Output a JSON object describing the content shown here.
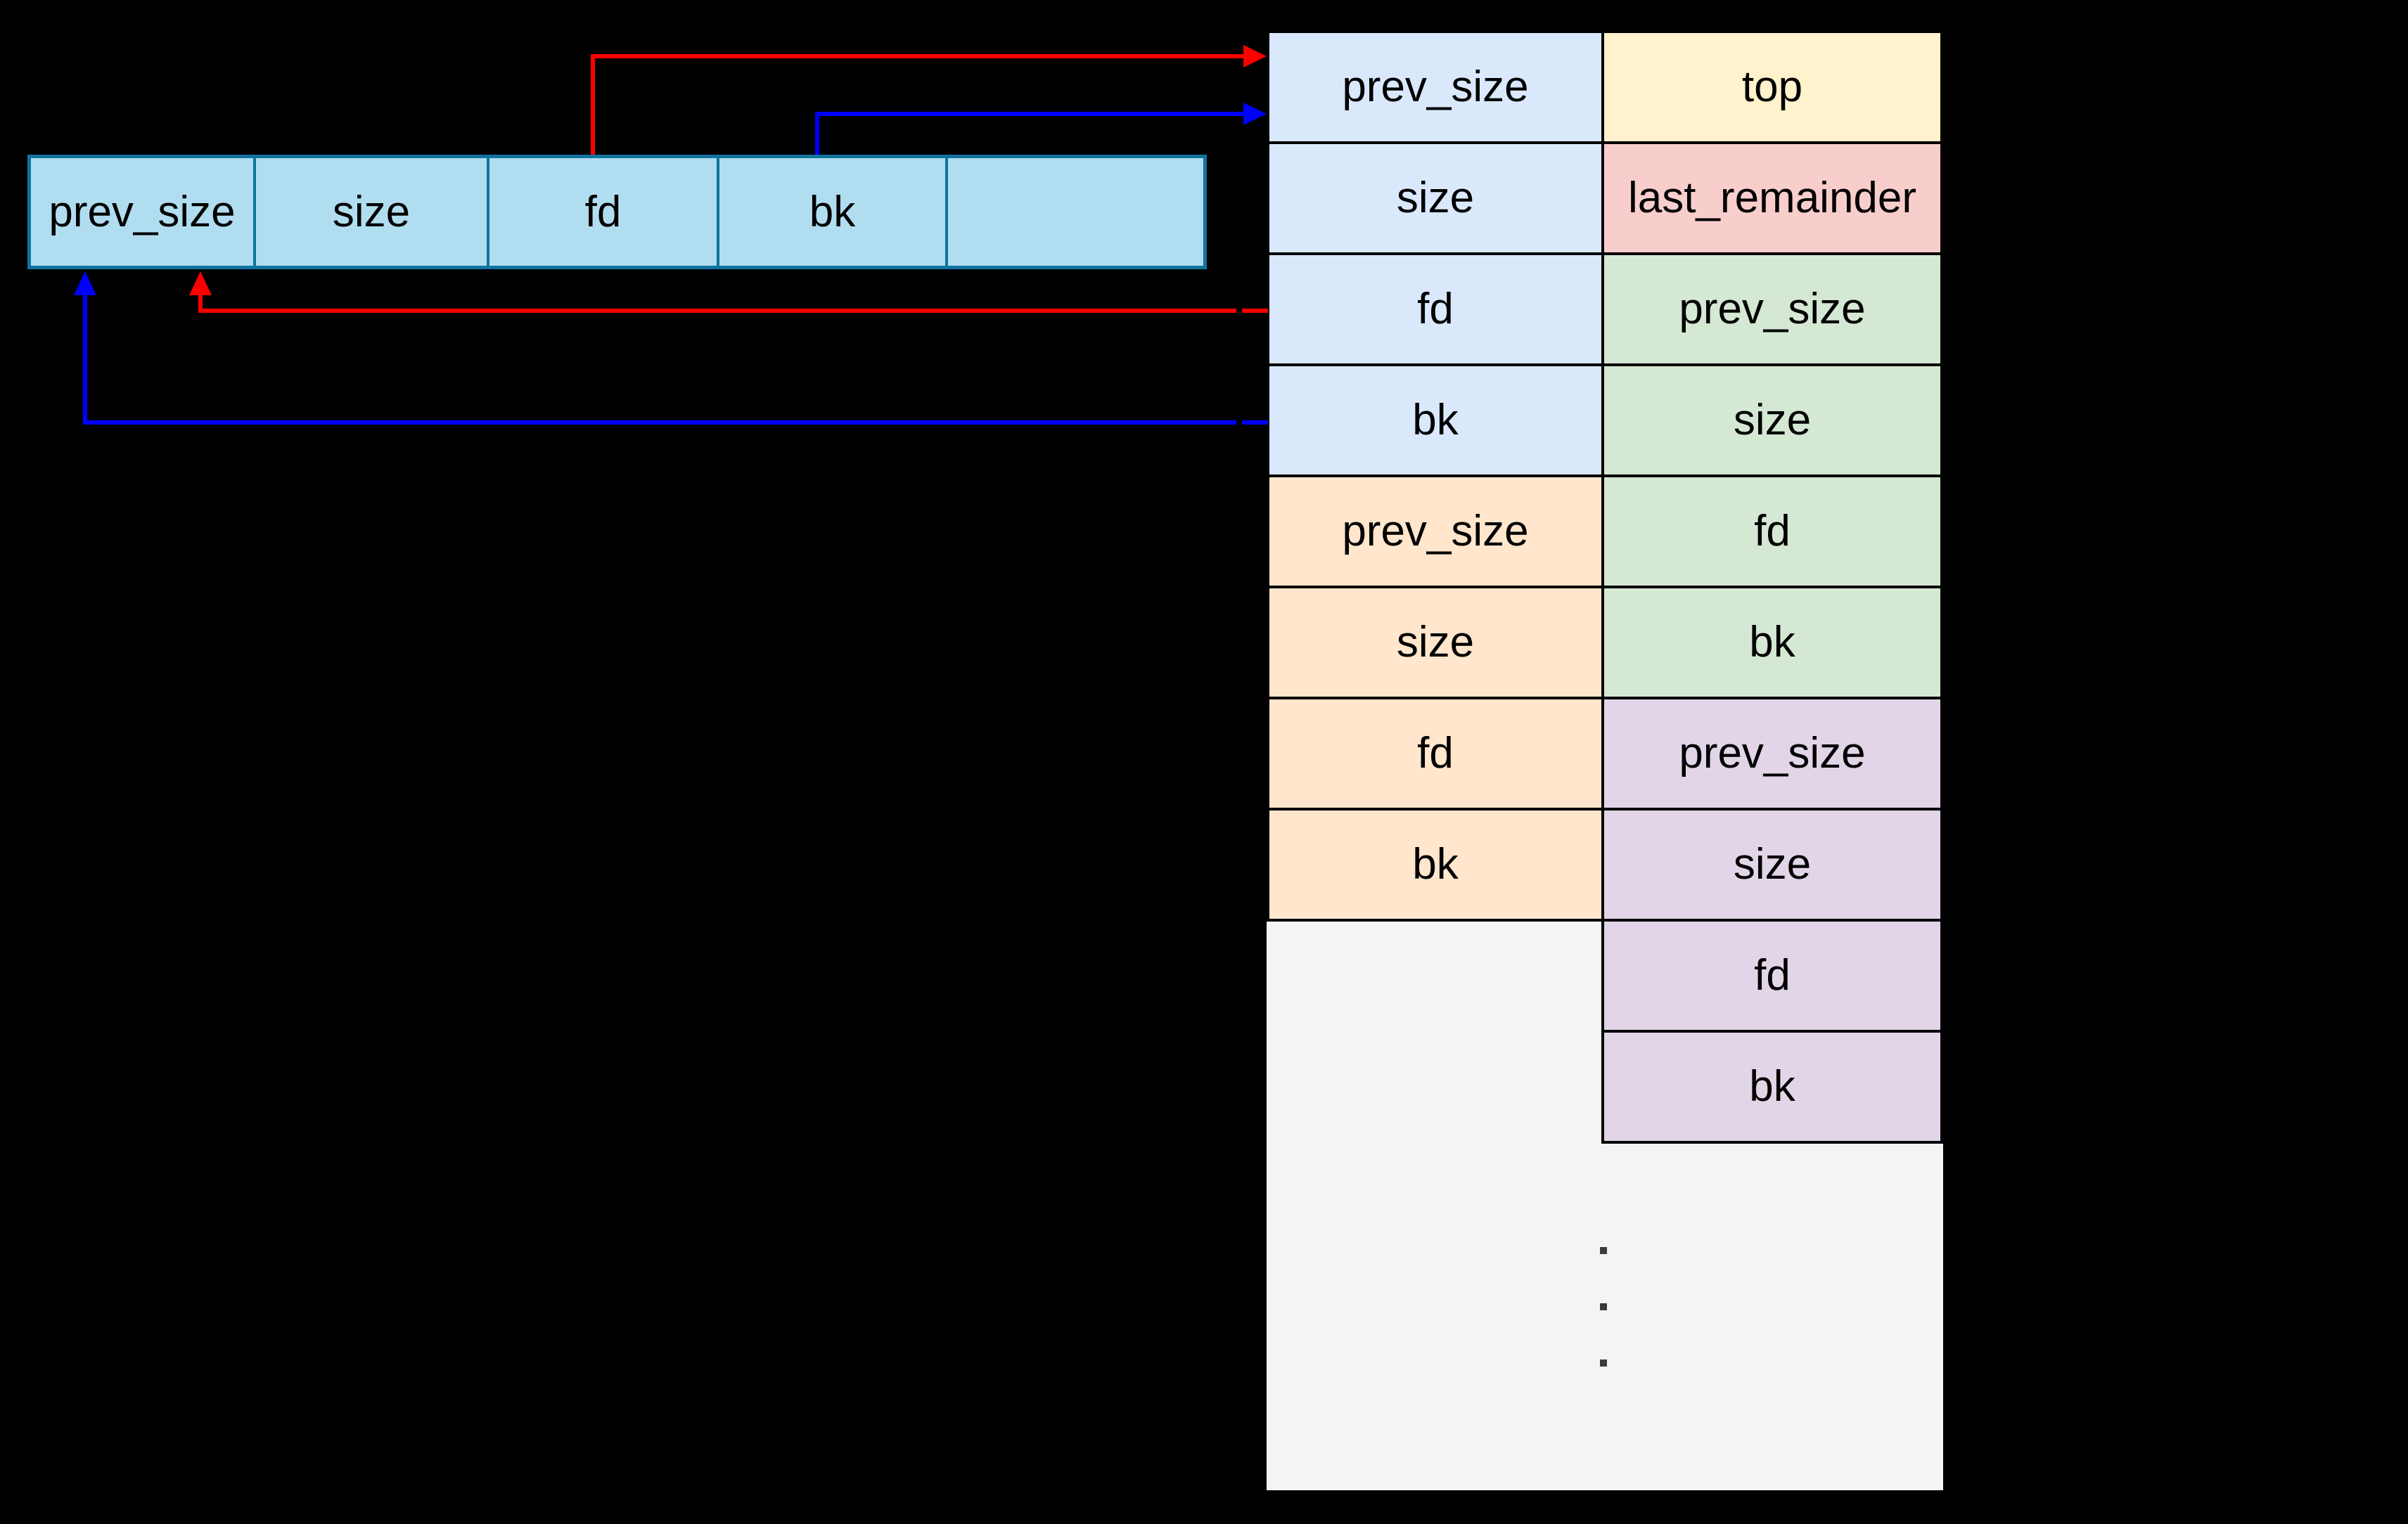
{
  "colors": {
    "bg": "#000000",
    "text": "#000000",
    "chunk_fill": "#b1ddf0",
    "chunk_stroke": "#10739e",
    "bin_blue": "#dae8fc",
    "bin_orange": "#ffe6cc",
    "bin_yellow": "#fff2cc",
    "bin_pink": "#f8cecc",
    "bin_green": "#d5e8d4",
    "bin_purple": "#e1d5e7",
    "bin_gray": "#f4f4f4",
    "cell_border": "#000000",
    "arrow_red": "#ff0000",
    "arrow_blue": "#0000ff",
    "dot": "#3a3a3a"
  },
  "chunk": {
    "cells": [
      "prev_size",
      "size",
      "fd",
      "bk",
      ""
    ]
  },
  "bins": {
    "left_column": [
      "prev_size",
      "size",
      "fd",
      "bk",
      "prev_size",
      "size",
      "fd",
      "bk"
    ],
    "right_column": [
      "top",
      "last_remainder",
      "prev_size",
      "size",
      "fd",
      "bk",
      "prev_size",
      "size",
      "fd",
      "bk"
    ],
    "ellipsis_dot_count": 3
  },
  "arrows": [
    {
      "id": "chunk-fd-to-bin",
      "color": "red",
      "from": "chunk.fd",
      "to": "bin.prev_size"
    },
    {
      "id": "chunk-bk-to-bin",
      "color": "blue",
      "from": "chunk.bk",
      "to": "bin.prev_size"
    },
    {
      "id": "bin-fd-to-chunk",
      "color": "red",
      "from": "bin.fd",
      "to": "chunk.prev_size"
    },
    {
      "id": "bin-bk-to-chunk",
      "color": "blue",
      "from": "bin.bk",
      "to": "chunk.prev_size"
    }
  ]
}
